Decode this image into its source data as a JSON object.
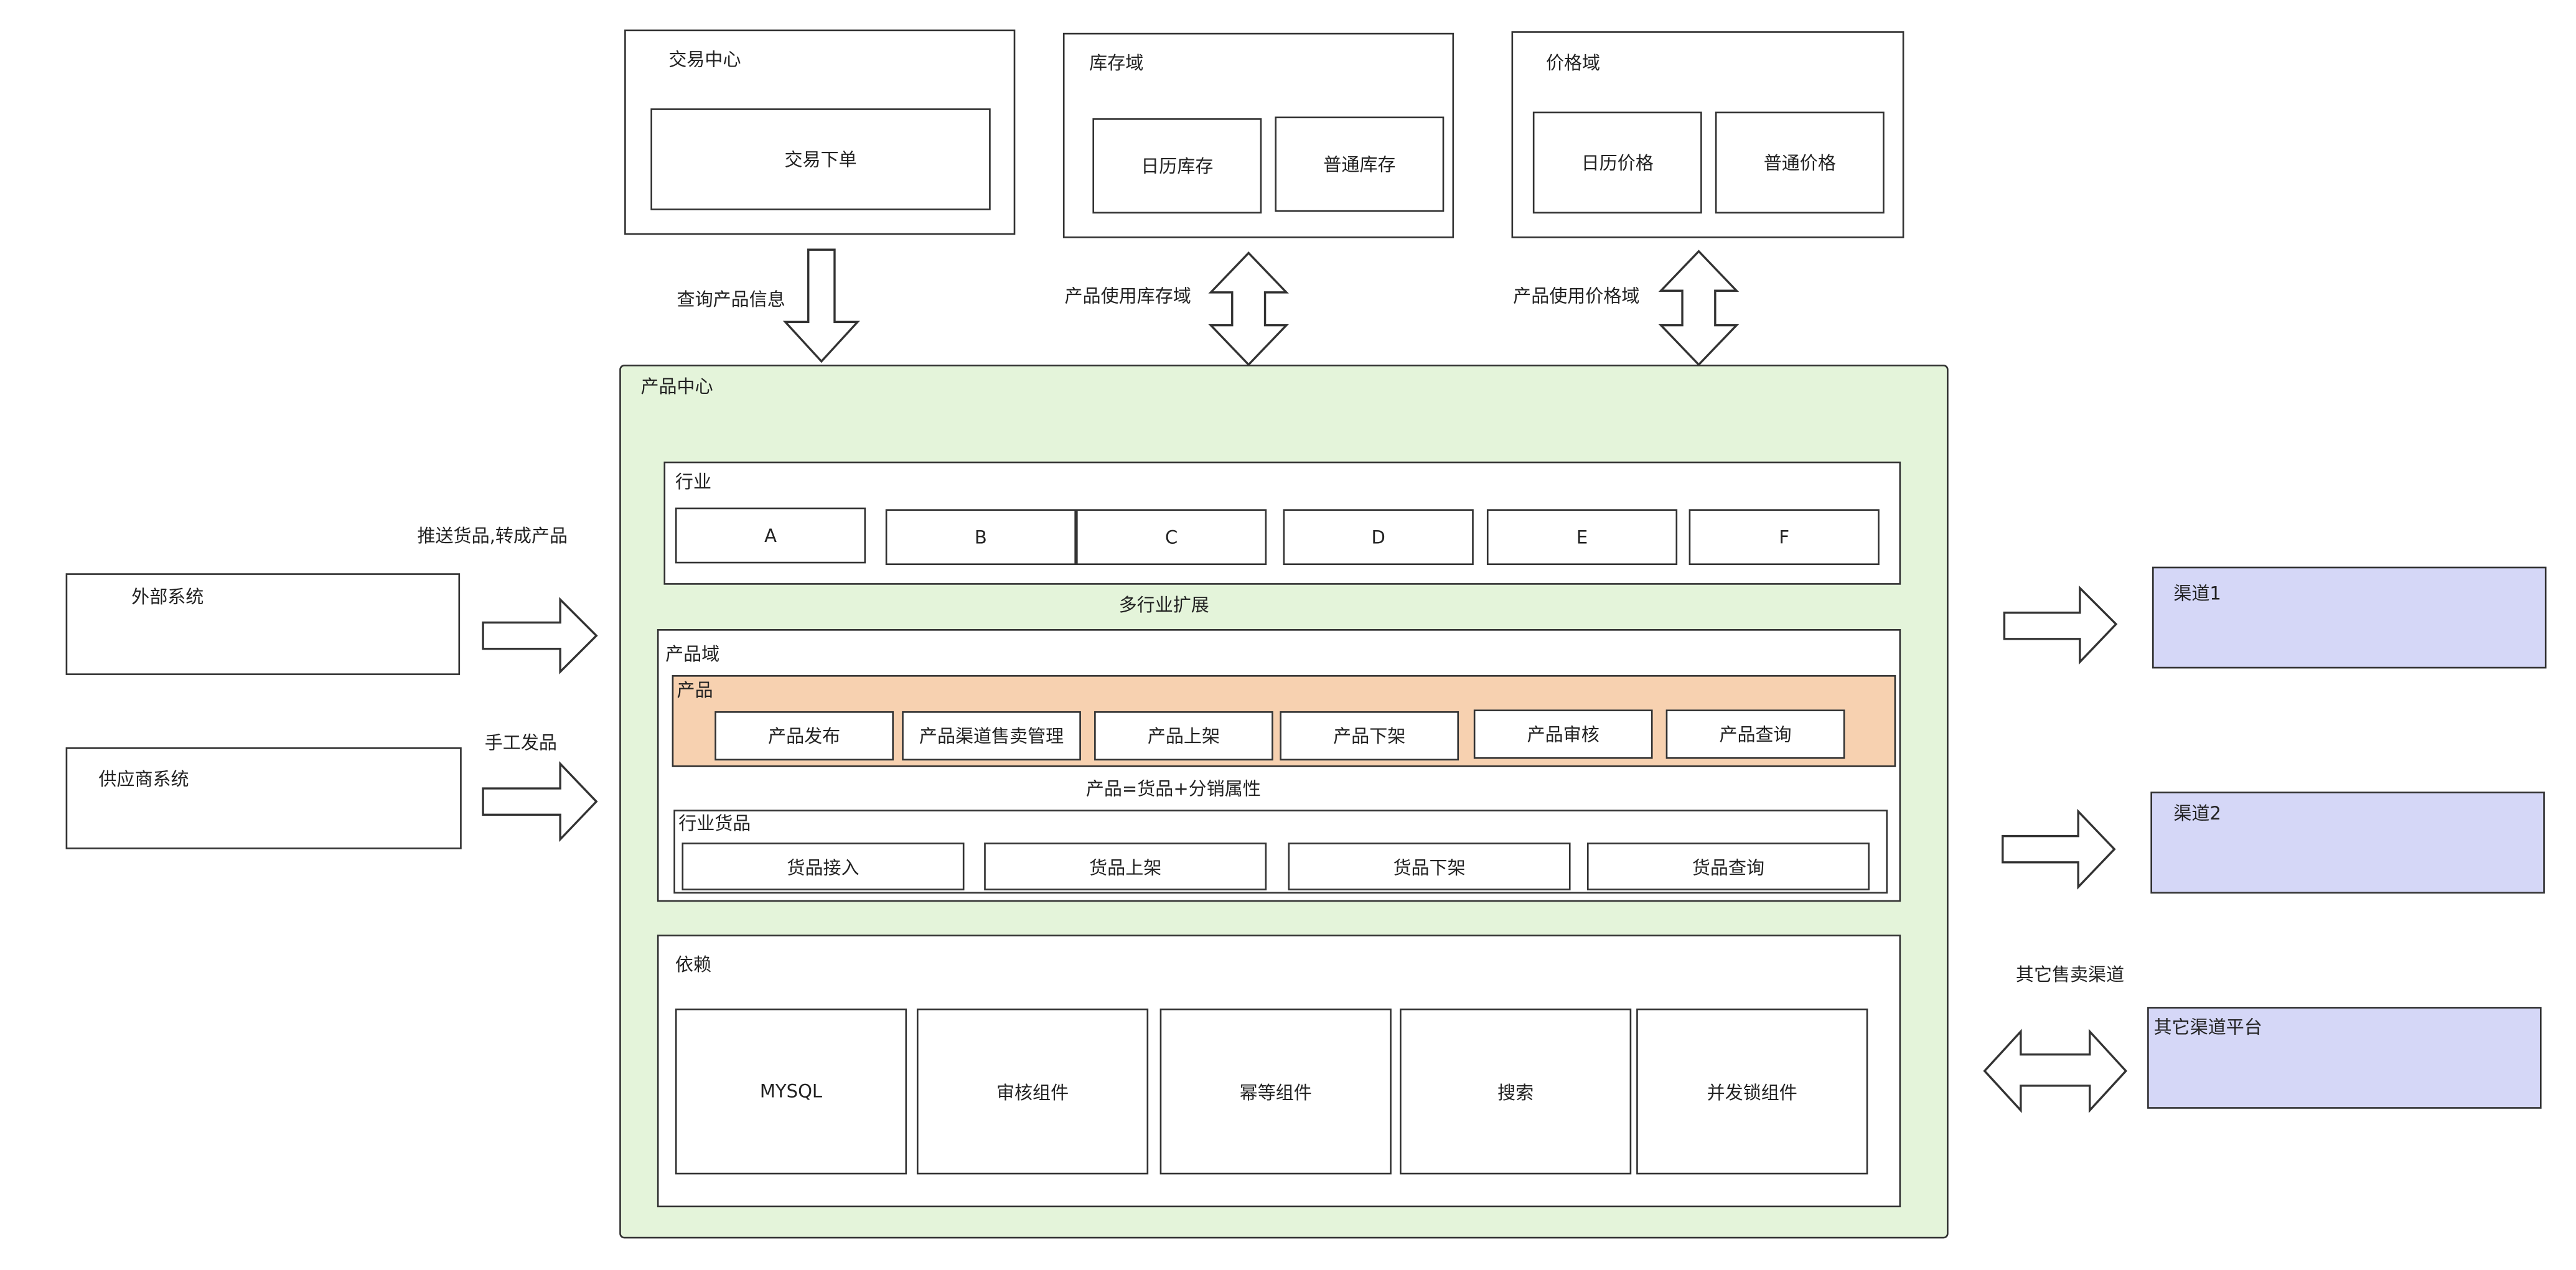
{
  "trade_center": {
    "title": "交易中心",
    "order": "交易下单"
  },
  "inventory_domain": {
    "title": "库存域",
    "calendar": "日历库存",
    "normal": "普通库存"
  },
  "price_domain": {
    "title": "价格域",
    "calendar": "日历价格",
    "normal": "普通价格"
  },
  "edge_labels": {
    "query_product": "查询产品信息",
    "use_inventory": "产品使用库存域",
    "use_price": "产品使用价格域",
    "push_goods": "推送货品,转成产品",
    "manual_goods": "手工发品",
    "multi_industry": "多行业扩展",
    "product_formula": "产品=货品+分销属性",
    "other_channels": "其它售卖渠道"
  },
  "product_center": {
    "title": "产品中心",
    "industry": {
      "title": "行业",
      "items": [
        "A",
        "B",
        "C",
        "D",
        "E",
        "F"
      ]
    },
    "product_domain": {
      "title": "产品域",
      "product": {
        "title": "产品",
        "items": [
          "产品发布",
          "产品渠道售卖管理",
          "产品上架",
          "产品下架",
          "产品审核",
          "产品查询"
        ]
      },
      "industry_goods": {
        "title": "行业货品",
        "items": [
          "货品接入",
          "货品上架",
          "货品下架",
          "货品查询"
        ]
      }
    },
    "dependencies": {
      "title": "依赖",
      "items": [
        "MYSQL",
        "审核组件",
        "幂等组件",
        "搜索",
        "并发锁组件"
      ]
    }
  },
  "external_systems": [
    "外部系统",
    "供应商系统"
  ],
  "channels": [
    "渠道1",
    "渠道2",
    "其它渠道平台"
  ]
}
